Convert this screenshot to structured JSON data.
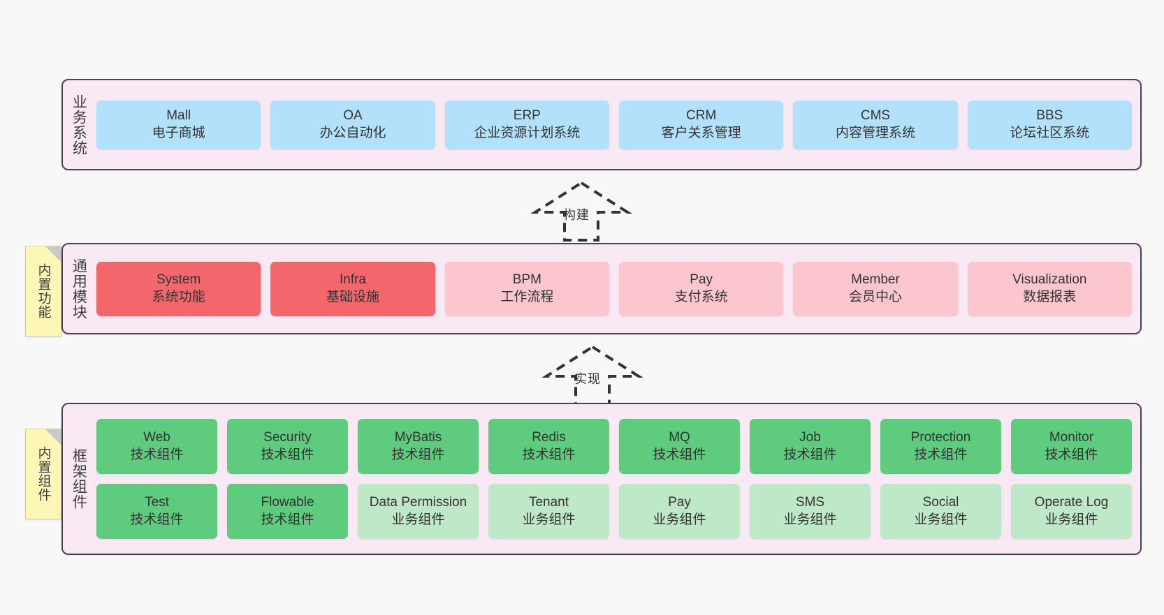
{
  "diagram": {
    "background_color": "#f8f8f8",
    "layer_fill": "#f9e9f4",
    "layer_border": "#4a4450",
    "note_fill": "#fcf7b6"
  },
  "layers": [
    {
      "id": "business",
      "title": "业务系统",
      "rows": [
        {
          "cards": [
            {
              "t1": "Mall",
              "t2": "电子商城",
              "color": "#b3e0fb",
              "style": "c-blue"
            },
            {
              "t1": "OA",
              "t2": "办公自动化",
              "color": "#b3e0fb",
              "style": "c-blue"
            },
            {
              "t1": "ERP",
              "t2": "企业资源计划系统",
              "color": "#b3e0fb",
              "style": "c-blue"
            },
            {
              "t1": "CRM",
              "t2": "客户关系管理",
              "color": "#b3e0fb",
              "style": "c-blue"
            },
            {
              "t1": "CMS",
              "t2": "内容管理系统",
              "color": "#b3e0fb",
              "style": "c-blue"
            },
            {
              "t1": "BBS",
              "t2": "论坛社区系统",
              "color": "#b3e0fb",
              "style": "c-blue"
            }
          ]
        }
      ]
    },
    {
      "id": "module",
      "title": "通用模块",
      "note": "内置功能",
      "rows": [
        {
          "cards": [
            {
              "t1": "System",
              "t2": "系统功能",
              "color": "#f2666c",
              "style": "c-red"
            },
            {
              "t1": "Infra",
              "t2": "基础设施",
              "color": "#f2666c",
              "style": "c-red"
            },
            {
              "t1": "BPM",
              "t2": "工作流程",
              "color": "#fbc6ce",
              "style": "c-pink"
            },
            {
              "t1": "Pay",
              "t2": "支付系统",
              "color": "#fbc6ce",
              "style": "c-pink"
            },
            {
              "t1": "Member",
              "t2": "会员中心",
              "color": "#fbc6ce",
              "style": "c-pink"
            },
            {
              "t1": "Visualization",
              "t2": "数据报表",
              "color": "#fbc6ce",
              "style": "c-pink"
            }
          ]
        }
      ]
    },
    {
      "id": "framework",
      "title": "框架组件",
      "note": "内置组件",
      "rows": [
        {
          "cards": [
            {
              "t1": "Web",
              "t2": "技术组件",
              "color": "#5fcb7e",
              "style": "c-green-dark"
            },
            {
              "t1": "Security",
              "t2": "技术组件",
              "color": "#5fcb7e",
              "style": "c-green-dark"
            },
            {
              "t1": "MyBatis",
              "t2": "技术组件",
              "color": "#5fcb7e",
              "style": "c-green-dark"
            },
            {
              "t1": "Redis",
              "t2": "技术组件",
              "color": "#5fcb7e",
              "style": "c-green-dark"
            },
            {
              "t1": "MQ",
              "t2": "技术组件",
              "color": "#5fcb7e",
              "style": "c-green-dark"
            },
            {
              "t1": "Job",
              "t2": "技术组件",
              "color": "#5fcb7e",
              "style": "c-green-dark"
            },
            {
              "t1": "Protection",
              "t2": "技术组件",
              "color": "#5fcb7e",
              "style": "c-green-dark"
            },
            {
              "t1": "Monitor",
              "t2": "技术组件",
              "color": "#5fcb7e",
              "style": "c-green-dark"
            }
          ]
        },
        {
          "cards": [
            {
              "t1": "Test",
              "t2": "技术组件",
              "color": "#5fcb7e",
              "style": "c-green-dark"
            },
            {
              "t1": "Flowable",
              "t2": "技术组件",
              "color": "#5fcb7e",
              "style": "c-green-dark"
            },
            {
              "t1": "Data Permission",
              "t2": "业务组件",
              "color": "#bfe8c8",
              "style": "c-green-light"
            },
            {
              "t1": "Tenant",
              "t2": "业务组件",
              "color": "#bfe8c8",
              "style": "c-green-light"
            },
            {
              "t1": "Pay",
              "t2": "业务组件",
              "color": "#bfe8c8",
              "style": "c-green-light"
            },
            {
              "t1": "SMS",
              "t2": "业务组件",
              "color": "#bfe8c8",
              "style": "c-green-light"
            },
            {
              "t1": "Social",
              "t2": "业务组件",
              "color": "#bfe8c8",
              "style": "c-green-light"
            },
            {
              "t1": "Operate Log",
              "t2": "业务组件",
              "color": "#bfe8c8",
              "style": "c-green-light"
            }
          ]
        }
      ]
    }
  ],
  "arrows": [
    {
      "id": "build",
      "label": "构建",
      "direction": "up",
      "style": "dashed-hollow"
    },
    {
      "id": "impl",
      "label": "实现",
      "direction": "up",
      "style": "dashed-hollow"
    }
  ]
}
